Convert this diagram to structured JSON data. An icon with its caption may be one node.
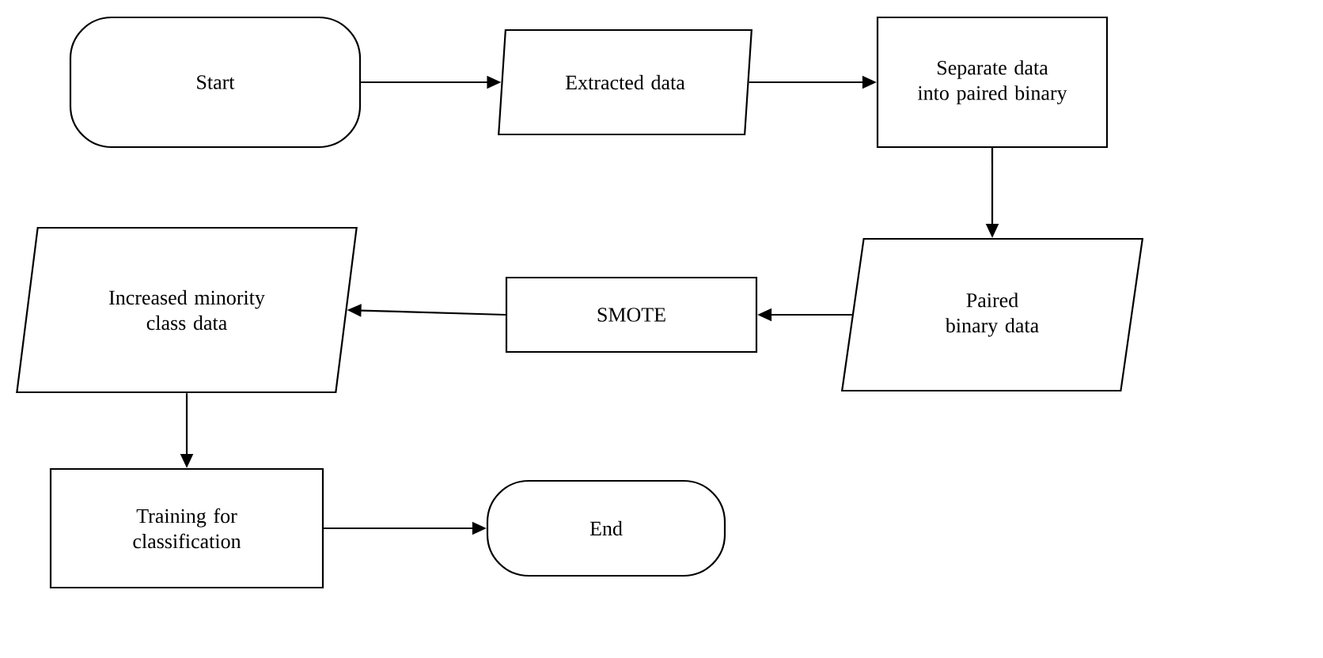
{
  "diagram": {
    "nodes": [
      {
        "text": [
          "Start"
        ]
      },
      {
        "text": [
          "Extracted data"
        ]
      },
      {
        "text": [
          "Separate data into paired binary"
        ]
      },
      {
        "text": [
          "Paired binary data"
        ]
      },
      {
        "text": [
          "SMOTE"
        ]
      },
      {
        "text": [
          "Increased minority class data"
        ]
      },
      {
        "text": [
          "Training for classification"
        ]
      },
      {
        "text": [
          "End"
        ]
      }
    ],
    "edges": [
      {
        "from": 0,
        "to": 1,
        "arrow": "to"
      },
      {
        "from": 1,
        "to": 2,
        "arrow": "to"
      },
      {
        "from": 2,
        "to": 3,
        "arrow": "to"
      },
      {
        "from": 3,
        "to": 4,
        "arrow": "to"
      },
      {
        "from": 4,
        "to": 5,
        "arrow": "to"
      },
      {
        "from": 5,
        "to": 6,
        "arrow": "to"
      },
      {
        "from": 6,
        "to": 7,
        "arrow": "to"
      }
    ]
  }
}
